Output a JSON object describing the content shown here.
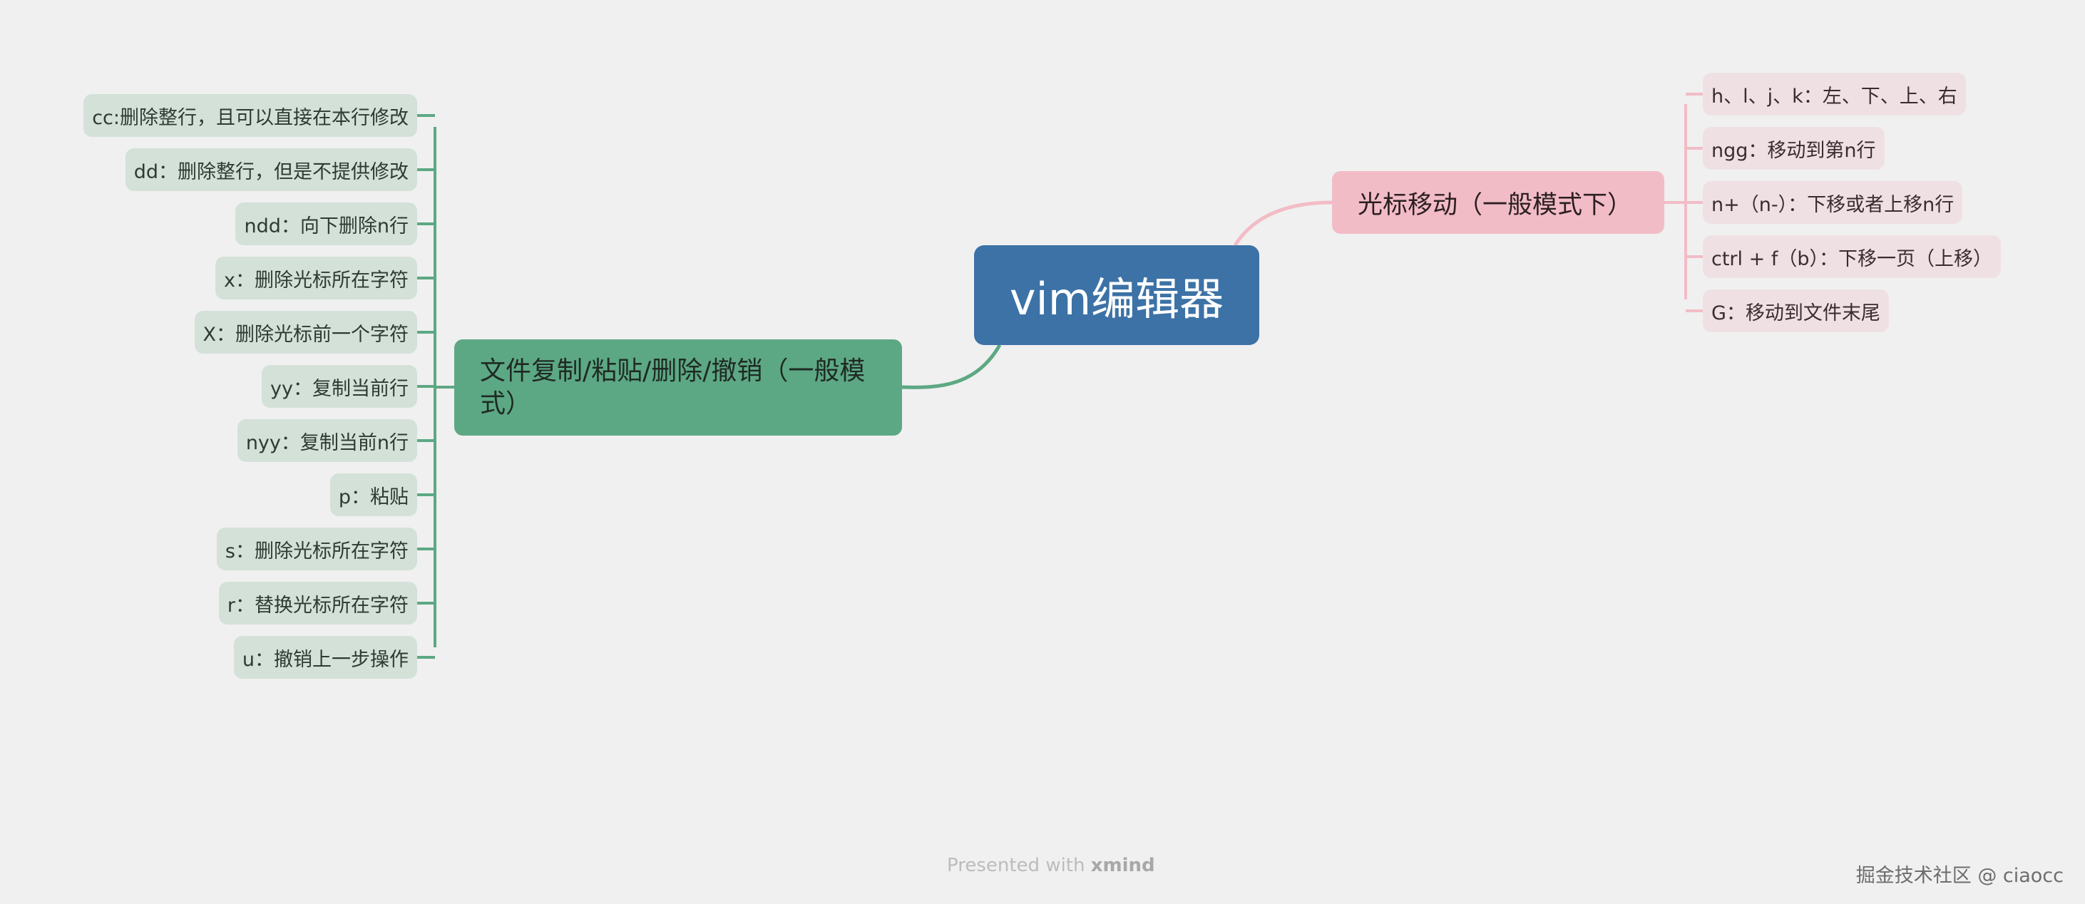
{
  "root": {
    "label": "vim编辑器"
  },
  "left_topic": {
    "label": "文件复制/粘贴/删除/撤销（一般模式）",
    "line1": "文件复制/粘贴/删除/撤销（一般模",
    "line2": "式）",
    "color": "#5da884",
    "children": [
      "cc:删除整行，且可以直接在本行修改",
      "dd：删除整行，但是不提供修改",
      "ndd：向下删除n行",
      "x：删除光标所在字符",
      "X：删除光标前一个字符",
      "yy：复制当前行",
      "nyy：复制当前n行",
      "p：粘贴",
      "s：删除光标所在字符",
      "r：替换光标所在字符",
      "u：撤销上一步操作"
    ]
  },
  "right_topic": {
    "label": "光标移动（一般模式下）",
    "color": "#f2bcc6",
    "children": [
      "h、l、j、k：左、下、上、右",
      "ngg：移动到第n行",
      "n+（n-）：下移或者上移n行",
      "ctrl + f（b）：下移一页（上移）",
      "G：移动到文件末尾"
    ]
  },
  "footer": {
    "prefix": "Presented with",
    "brand": "xmind"
  },
  "watermark": "掘金技术社区 @ ciaocc",
  "colors": {
    "root": "#3c72a6",
    "left_branch": "#5da884",
    "right_branch": "#f2bcc6"
  }
}
